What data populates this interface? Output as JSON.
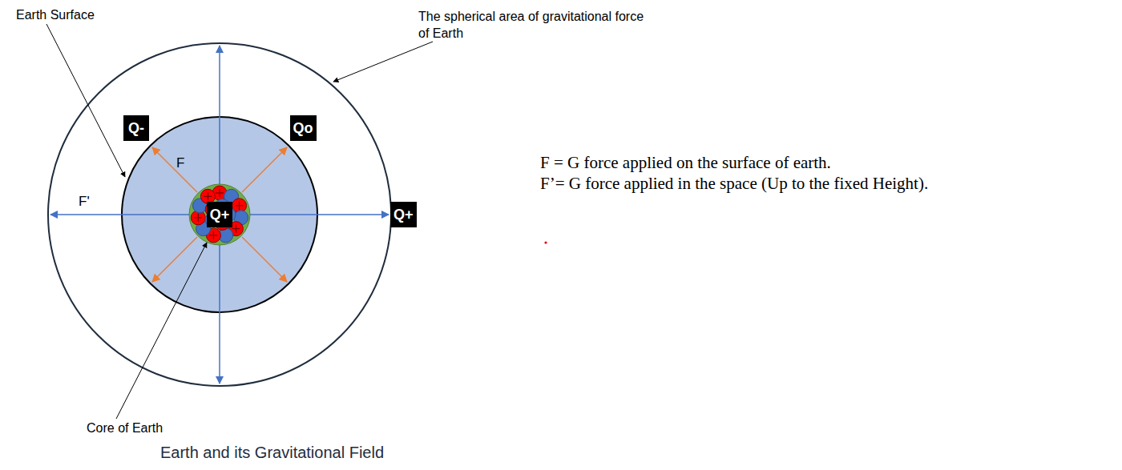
{
  "diagram": {
    "caption": "Earth and its Gravitational Field",
    "nodes": [
      {
        "text": [
          "Q-"
        ]
      },
      {
        "text": [
          "Qo"
        ]
      },
      {
        "text": [
          "Q+"
        ]
      },
      {
        "text": [
          "Q+"
        ]
      }
    ],
    "labels": [
      "Earth Surface",
      "The spherical area of gravitational force of Earth",
      "F",
      "F'",
      "F = G force applied on the surface of earth.",
      "F’= G force applied in the space (Up to the fixed Height).",
      "Core of Earth"
    ]
  }
}
